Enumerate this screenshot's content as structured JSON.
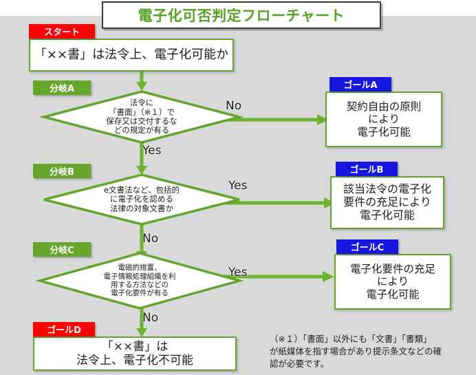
{
  "title": {
    "text": "電子化可否判定フローチャート",
    "color": "#56a222"
  },
  "palette": {
    "background": "#d9d9d9",
    "top_strip": "#ffffff",
    "flow_green": "#63a42c",
    "arrow_green": "#6cb32e",
    "tag_red": "#fd0202",
    "tag_green": "#66a62c",
    "tag_blue": "#1717e0",
    "text": "#1c1c1c"
  },
  "tags": {
    "start": "スタート",
    "branch_a": "分岐A",
    "branch_b": "分岐B",
    "branch_c": "分岐C",
    "goal_a": "ゴールA",
    "goal_b": "ゴールB",
    "goal_c": "ゴールC",
    "goal_d": "ゴールD"
  },
  "nodes": {
    "start": {
      "lines": [
        "「××書」は法令上、電子化可能か"
      ]
    },
    "decision_a": {
      "lines": [
        "法令に",
        "「書面」（※１）で",
        "保存又は交付するな",
        "どの規定が有る"
      ]
    },
    "decision_b": {
      "lines": [
        "e文書法など、包括的",
        "に電子化を認める",
        "法律の対象文書か"
      ]
    },
    "decision_c": {
      "lines": [
        "電磁的措置、",
        "電子情報処理組織を利",
        "用する方法などの",
        "電子化要件が有る"
      ]
    },
    "goal_a": {
      "lines": [
        "契約自由の原則",
        "により",
        "電子化可能"
      ]
    },
    "goal_b": {
      "lines": [
        "該当法令の電子化",
        "要件の充足により",
        "電子化可能"
      ]
    },
    "goal_c": {
      "lines": [
        "電子化要件の充足",
        "により",
        "電子化可能"
      ]
    },
    "goal_d": {
      "lines": [
        "「××書」は",
        "法令上、電子化不可能"
      ]
    }
  },
  "edges": {
    "a_no": "No",
    "a_yes": "Yes",
    "b_yes": "Yes",
    "b_no": "No",
    "c_yes": "Yes",
    "c_no": "No"
  },
  "footnote": {
    "lines": [
      "（※１）「書面」以外にも「文書」「書類」",
      "が紙媒体を指す場合があり提示条文などの確",
      "認が必要です。"
    ]
  }
}
